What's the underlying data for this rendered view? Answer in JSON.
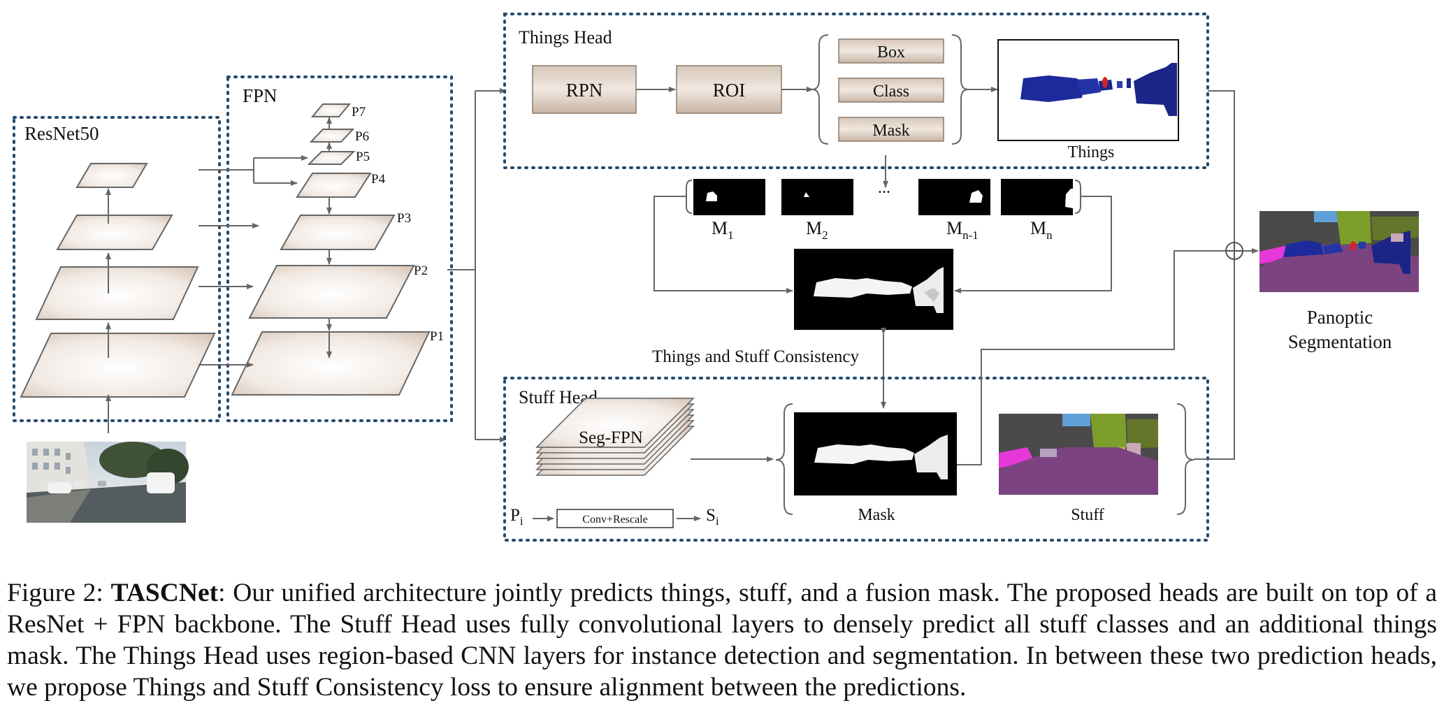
{
  "diagram": {
    "resnet_title": "ResNet50",
    "fpn_title": "FPN",
    "fpn_levels": [
      "P7",
      "P6",
      "P5",
      "P4",
      "P3",
      "P2",
      "P1"
    ],
    "things_head": {
      "title": "Things Head",
      "rpn": "RPN",
      "roi": "ROI",
      "outputs": [
        "Box",
        "Class",
        "Mask"
      ],
      "result_label": "Things"
    },
    "masks": {
      "ellipsis": "...",
      "m1": {
        "base": "M",
        "sub": "1"
      },
      "m2": {
        "base": "M",
        "sub": "2"
      },
      "mn1": {
        "base": "M",
        "sub": "n-1"
      },
      "mn": {
        "base": "M",
        "sub": "n"
      }
    },
    "consistency_label": "Things and Stuff Consistency",
    "stuff_head": {
      "title": "Stuff Head",
      "segfpn": "Seg-FPN",
      "conv_rescale": "Conv+Rescale",
      "pi": {
        "base": "P",
        "sub": "i"
      },
      "si": {
        "base": "S",
        "sub": "i"
      },
      "mask_label": "Mask",
      "stuff_label": "Stuff"
    },
    "panoptic_label": [
      "Panoptic",
      "Segmentation"
    ]
  },
  "caption": {
    "prefix": "Figure 2: ",
    "bold": "TASCNet",
    "text": ": Our unified architecture jointly predicts things, stuff, and a fusion mask. The proposed heads are built on top of a ResNet + FPN backbone. The Stuff Head uses fully convolutional layers to densely predict all stuff classes and an additional things mask. The Things Head uses region-based CNN layers for instance detection and segmentation. In between these two prediction heads, we propose Things and Stuff Consistency loss to ensure alignment between the predictions."
  }
}
